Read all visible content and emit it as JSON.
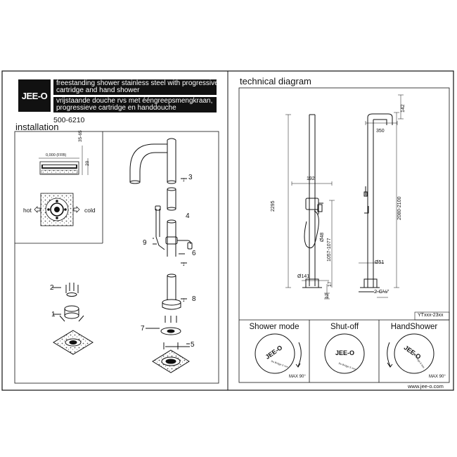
{
  "brand": {
    "logo_text": "JEE-O",
    "website": "www.jee-o.com"
  },
  "header": {
    "desc_en_line1": "freestanding shower stainless steel with progressive",
    "desc_en_line2": "cartridge and hand shower",
    "desc_nl_line1": "vrijstaande douche rvs met ééngreepsmengkraan,",
    "desc_nl_line2": "progressieve cartridge en handdouche",
    "article_no": "500-6210"
  },
  "installation": {
    "title": "installation",
    "ffb_label": "0,000 (FFB)",
    "dim_35_65": "35-65",
    "dim_20": "20",
    "hot_label": "hot",
    "cold_label": "cold",
    "callouts": [
      "1",
      "2",
      "3",
      "4",
      "5",
      "6",
      "7",
      "8",
      "9"
    ]
  },
  "technical": {
    "title": "technical diagram",
    "dims": {
      "d2295": "2295",
      "d192": "192",
      "d48": "Ø48",
      "d1057": "1057-1077",
      "d141": "Ø141",
      "d142": "142",
      "d350": "350",
      "d2080": "2080-2100",
      "d51": "Ø51",
      "d12": "12",
      "d17": "17",
      "thread": "2-G½\""
    },
    "ref_code": "YTxxx-23xx"
  },
  "modes": [
    {
      "title": "Shower mode",
      "logo": "JEE-O",
      "arc_text": "Do Bridge 5 mm",
      "max": "MAX 90°"
    },
    {
      "title": "Shut-off",
      "logo": "JEE-O",
      "arc_text": "Do Bridge 5 mm",
      "max": ""
    },
    {
      "title": "HandShower",
      "logo": "JEE-O",
      "arc_text": "Do Bridge 5 mm",
      "max": "MAX 90°"
    }
  ]
}
